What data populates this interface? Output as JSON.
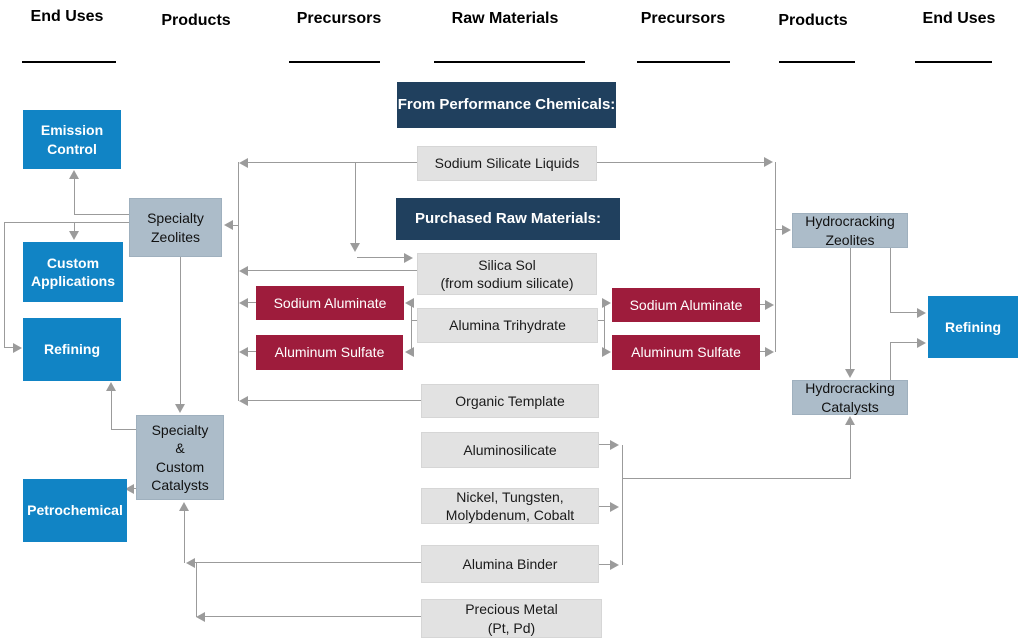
{
  "headers": {
    "items": [
      "End Uses",
      "Products",
      "Precursors",
      "Raw Materials",
      "Precursors",
      "Products",
      "End Uses"
    ]
  },
  "banners": {
    "from_performance_chemicals": "From Performance Chemicals:",
    "purchased_raw_materials": "Purchased Raw Materials:"
  },
  "nodes": {
    "sodium_silicate_liquids": "Sodium Silicate Liquids",
    "silica_sol": "Silica Sol\n(from sodium silicate)",
    "alumina_trihydrate": "Alumina Trihydrate",
    "organic_template": "Organic Template",
    "aluminosilicate": "Aluminosilicate",
    "nickel_tungsten": "Nickel, Tungsten,\nMolybdenum, Cobalt",
    "alumina_binder": "Alumina Binder",
    "precious_metal": "Precious Metal\n(Pt, Pd)",
    "sodium_aluminate_left": "Sodium Aluminate",
    "aluminum_sulfate_left": "Aluminum Sulfate",
    "sodium_aluminate_right": "Sodium Aluminate",
    "aluminum_sulfate_right": "Aluminum Sulfate",
    "specialty_zeolites": "Specialty\nZeolites",
    "specialty_custom_catalysts": "Specialty\n&\nCustom\nCatalysts",
    "hydrocracking_zeolites": "Hydrocracking\nZeolites",
    "hydrocracking_catalysts": "Hydrocracking\nCatalysts",
    "emission_control": "Emission\nControl",
    "custom_applications": "Custom\nApplications",
    "refining_left": "Refining",
    "refining_right": "Refining",
    "petrochemical": "Petrochemical"
  },
  "colors": {
    "banner_navy": "#20405E",
    "end_use_blue": "#1184C5",
    "precursor_red": "#9E1C3C",
    "product_steel": "#ACBCC9",
    "raw_material_gray": "#E2E2E2",
    "connector_gray": "#9B9B9B"
  }
}
